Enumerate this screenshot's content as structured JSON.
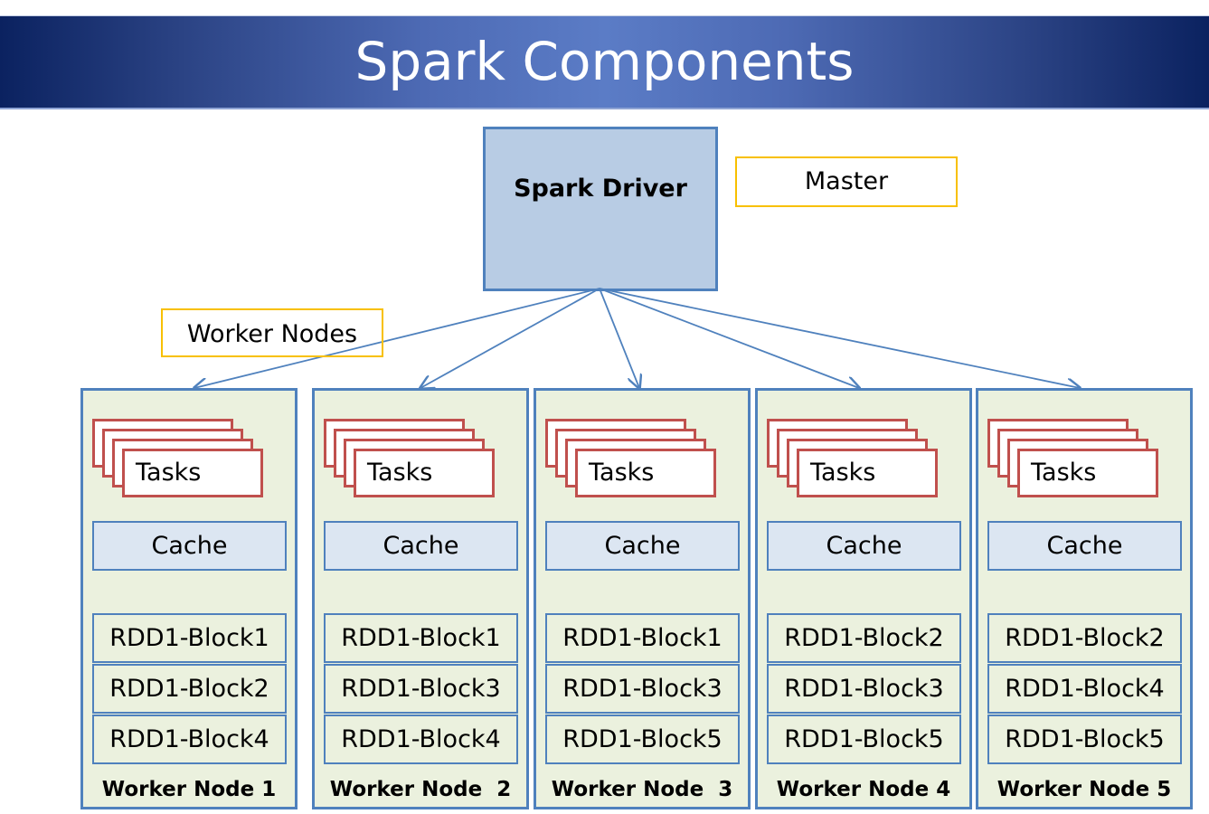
{
  "title": "Spark Components",
  "driver": {
    "label": "Spark Driver"
  },
  "labels": {
    "master": "Master",
    "workers": "Worker Nodes"
  },
  "colors": {
    "banner_dark": "#0b2260",
    "banner_light": "#5b7cc6",
    "driver_fill": "#b8cce4",
    "border_blue": "#4f81bd",
    "label_border": "#f8c000",
    "task_border": "#c0504d",
    "node_fill": "#ebf1de",
    "cache_fill": "#dce6f2"
  },
  "nodes": [
    {
      "name": "Worker Node 1",
      "tasks": "Tasks",
      "cache": "Cache",
      "blocks": [
        "RDD1-Block1",
        "RDD1-Block2",
        "RDD1-Block4"
      ]
    },
    {
      "name": "Worker Node  2",
      "tasks": "Tasks",
      "cache": "Cache",
      "blocks": [
        "RDD1-Block1",
        "RDD1-Block3",
        "RDD1-Block4"
      ]
    },
    {
      "name": "Worker Node  3",
      "tasks": "Tasks",
      "cache": "Cache",
      "blocks": [
        "RDD1-Block1",
        "RDD1-Block3",
        "RDD1-Block5"
      ]
    },
    {
      "name": "Worker Node 4",
      "tasks": "Tasks",
      "cache": "Cache",
      "blocks": [
        "RDD1-Block2",
        "RDD1-Block3",
        "RDD1-Block5"
      ]
    },
    {
      "name": "Worker Node 5",
      "tasks": "Tasks",
      "cache": "Cache",
      "blocks": [
        "RDD1-Block2",
        "RDD1-Block4",
        "RDD1-Block5"
      ]
    }
  ]
}
